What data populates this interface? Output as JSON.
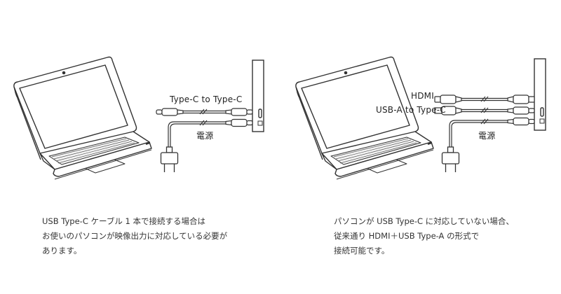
{
  "left_diagram": {
    "cable_label": "Type-C to Type-C",
    "power_label": "電源",
    "caption_lines": [
      "USB Type-C ケーブル 1 本で接続する場合は",
      "お使いのパソコンが映像出力に対応している必要が",
      "あります。"
    ]
  },
  "right_diagram": {
    "hdmi_label": "HDMI",
    "usba_label": "USB-A to Type-C",
    "power_label": "電源",
    "caption_lines": [
      "パソコンが USB Type-C に対応していない場合、",
      "従来通り HDMI＋USB Type-A の形式で",
      "接続可能です。"
    ]
  }
}
